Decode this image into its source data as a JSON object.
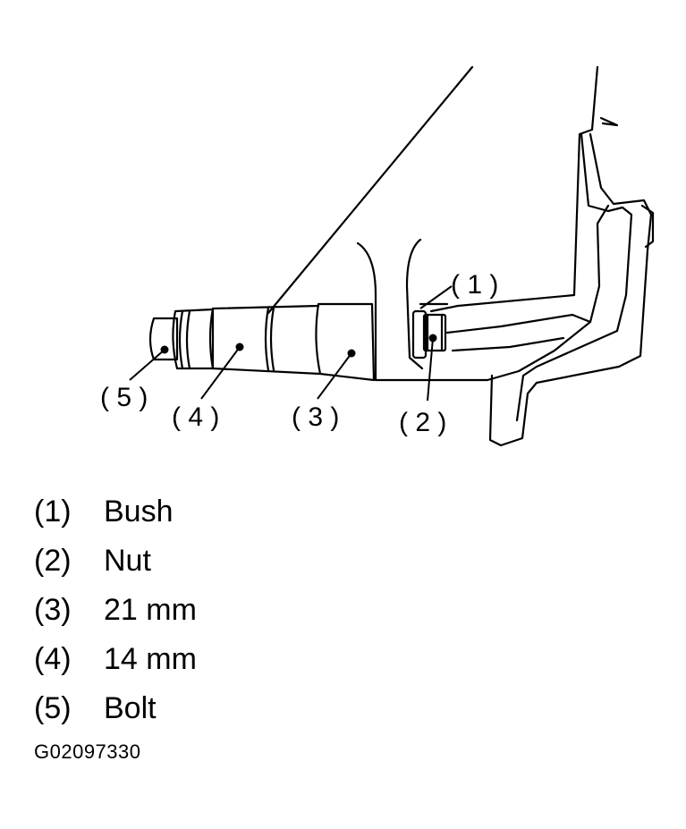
{
  "diagram": {
    "callouts": {
      "c1": "( 1 )",
      "c2": "( 2 )",
      "c3": "( 3 )",
      "c4": "( 4 )",
      "c5": "( 5 )"
    }
  },
  "legend": [
    {
      "num": "(1)",
      "text": "Bush"
    },
    {
      "num": "(2)",
      "text": "Nut"
    },
    {
      "num": "(3)",
      "text": "21 mm"
    },
    {
      "num": "(4)",
      "text": "14 mm"
    },
    {
      "num": "(5)",
      "text": "Bolt"
    }
  ],
  "figure_code": "G02097330"
}
